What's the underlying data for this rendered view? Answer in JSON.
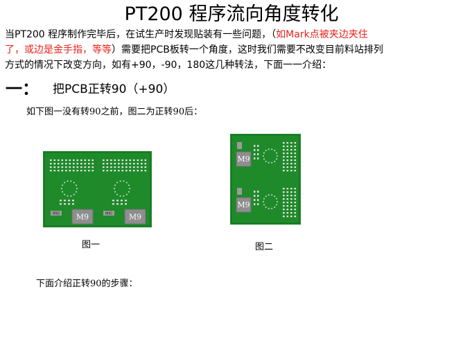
{
  "title": "PT200 程序流向角度转化",
  "intro": {
    "line1_a": "当PT200 程序制作完毕后，在试生产时发现贴装有一些问题，（",
    "line1_red": "如Mark点被夹边夹住",
    "line2_red": "了，或边是金手指，等等",
    "line2_b": "）需要把PCB板转一个角度，这时我们需要不改变目前料站排列",
    "line3": "方式的情况下改变方向，如有+90，-90，180这几种转法，下面一一介绍："
  },
  "section1": {
    "bullet": "一：",
    "heading": "把PCB正转90（+90）",
    "description": "如下图一没有转90之前，图二为正转90后："
  },
  "figures": {
    "caption1": "图一",
    "caption2": "图二",
    "chip_label": "M9",
    "small_label": "MIO"
  },
  "steps_intro": "下面介绍正转90的步骤：",
  "colors": {
    "pcb_green": "#1f8a2a",
    "pcb_dark": "#146b1e",
    "chip_gray": "#8e8e8e",
    "accent_red": "#e8211a"
  }
}
